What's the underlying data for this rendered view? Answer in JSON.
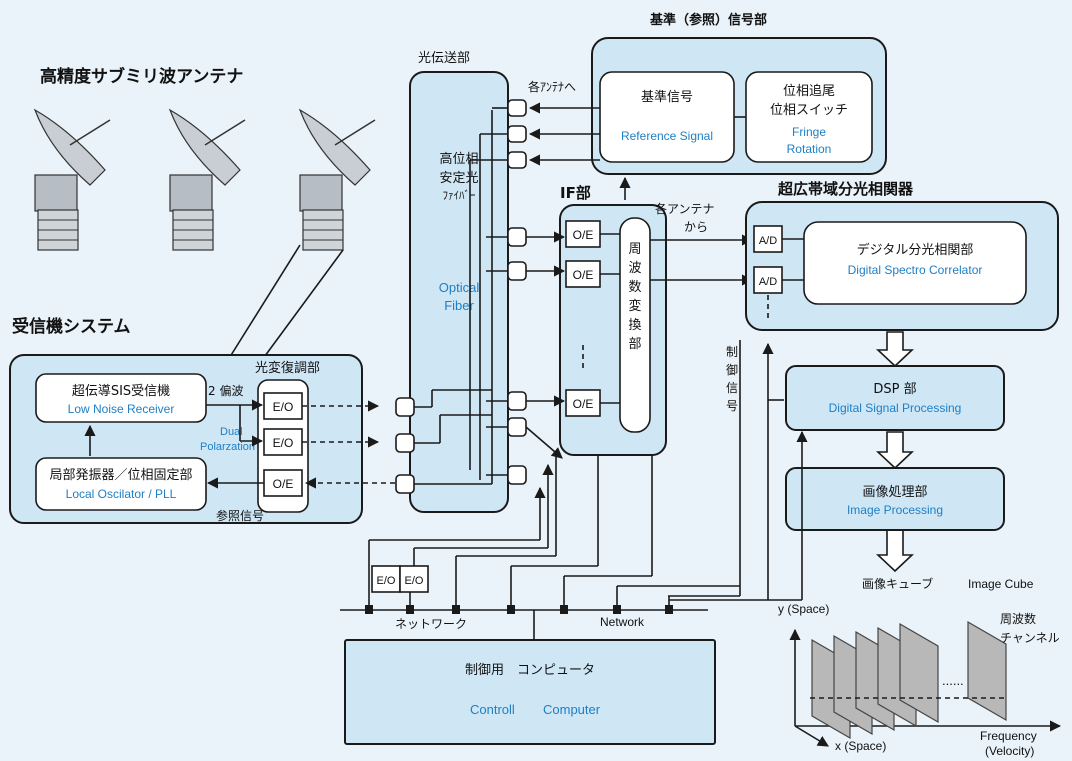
{
  "labels": {
    "antenna_title": "高精度サブミリ波アンテナ",
    "receiver_system": "受信機システム",
    "optical_mod": "光変復調部",
    "sis_jp": "超伝導SIS受信機",
    "sis_en": "Low Noise Receiver",
    "lo_jp": "局部発振器／位相固定部",
    "lo_en": "Local  Oscilator / PLL",
    "two_pol": "2 偏波",
    "dual": "Dual",
    "polarzation": "Polarzation",
    "ref_signal_small": "参照信号",
    "eo": "E/O",
    "oe": "O/E",
    "ad": "A/D",
    "optical_transfer": "光伝送部",
    "fiber_jp_1": "高位相",
    "fiber_jp_2": "安定光",
    "fiber_jp_3": "ﾌｧｲﾊﾞｰ",
    "fiber_en_1": "Optical",
    "fiber_en_2": "Fiber",
    "to_each_antenna": "各ｱﾝﾃﾅへ",
    "ref_title": "基準（参照）信号部",
    "ref_jp": "基準信号",
    "ref_en": "Reference Signal",
    "fringe_jp_1": "位相追尾",
    "fringe_jp_2": "位相スイッチ",
    "fringe_en_1": "Fringe",
    "fringe_en_2": "Rotation",
    "if_title": "IF部",
    "freq_conv": [
      "周",
      "波",
      "数",
      "変",
      "換",
      "部"
    ],
    "from_each_1": "各アンテナ",
    "from_each_2": "から",
    "control_signal": [
      "制",
      "御",
      "信",
      "号"
    ],
    "correlator_title": "超広帯域分光相関器",
    "dsc_jp": "デジタル分光相関部",
    "dsc_en": "Digital Spectro Correlator",
    "dsp_jp": "DSP  部",
    "dsp_en": "Digital Signal Processing",
    "img_jp": "画像処理部",
    "img_en": "Image Processing",
    "cube_jp": "画像キューブ",
    "cube_en": "Image Cube",
    "network_jp": "ネットワーク",
    "network_en": "Network",
    "computer_jp": "制御用　コンピュータ",
    "computer_en_1": "Controll",
    "computer_en_2": "Computer",
    "y_axis": "y (Space)",
    "x_axis": "x (Space)",
    "freq_axis_1": "Frequency",
    "freq_axis_2": "(Velocity)",
    "channel_1": "周波数",
    "channel_2": "チャンネル",
    "dots": "......"
  },
  "colors": {
    "panel": "#cfe6f5",
    "english_text": "#1f7fc4",
    "background": "#eaf3f9"
  }
}
